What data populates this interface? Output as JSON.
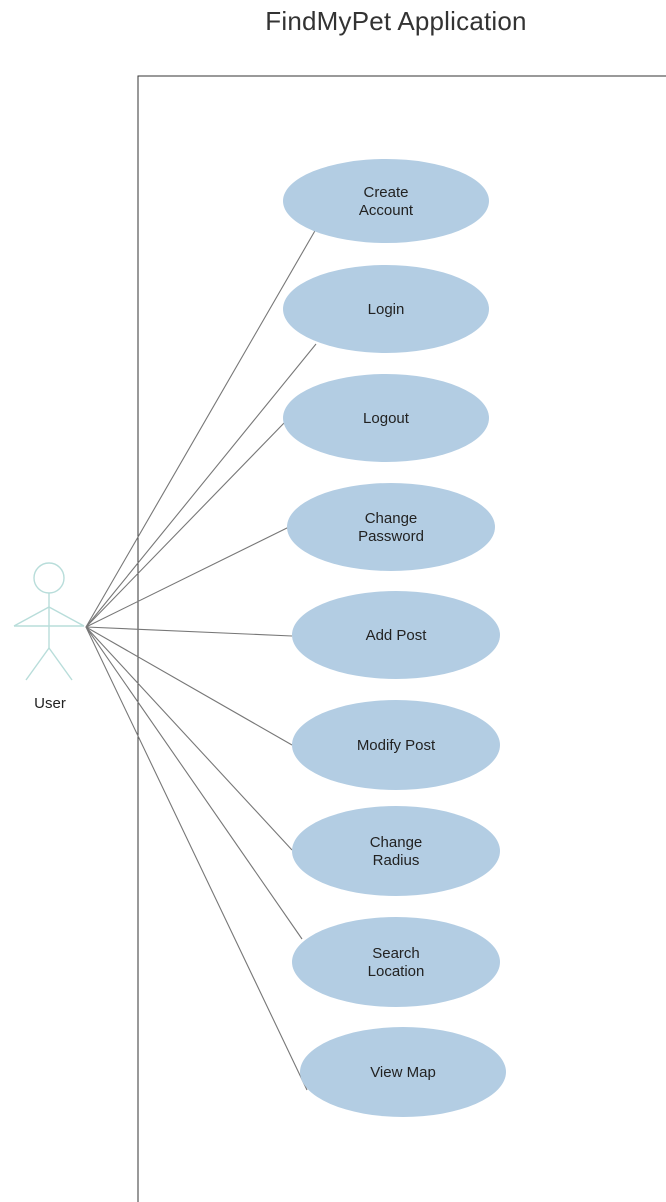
{
  "diagram": {
    "title": "FindMyPet Application",
    "actor": {
      "label": "User"
    },
    "use_cases": [
      {
        "id": "create-account",
        "lines": [
          "Create",
          "Account"
        ]
      },
      {
        "id": "login",
        "lines": [
          "Login"
        ]
      },
      {
        "id": "logout",
        "lines": [
          "Logout"
        ]
      },
      {
        "id": "change-password",
        "lines": [
          "Change",
          "Password"
        ]
      },
      {
        "id": "add-post",
        "lines": [
          "Add Post"
        ]
      },
      {
        "id": "modify-post",
        "lines": [
          "Modify Post"
        ]
      },
      {
        "id": "change-radius",
        "lines": [
          "Change",
          "Radius"
        ]
      },
      {
        "id": "search-location",
        "lines": [
          "Search",
          "Location"
        ]
      },
      {
        "id": "view-map",
        "lines": [
          "View Map"
        ]
      }
    ],
    "colors": {
      "use_case_fill": "#b3cde3",
      "actor_stroke": "#b8ddda",
      "line": "#777777",
      "border": "#333333"
    }
  }
}
